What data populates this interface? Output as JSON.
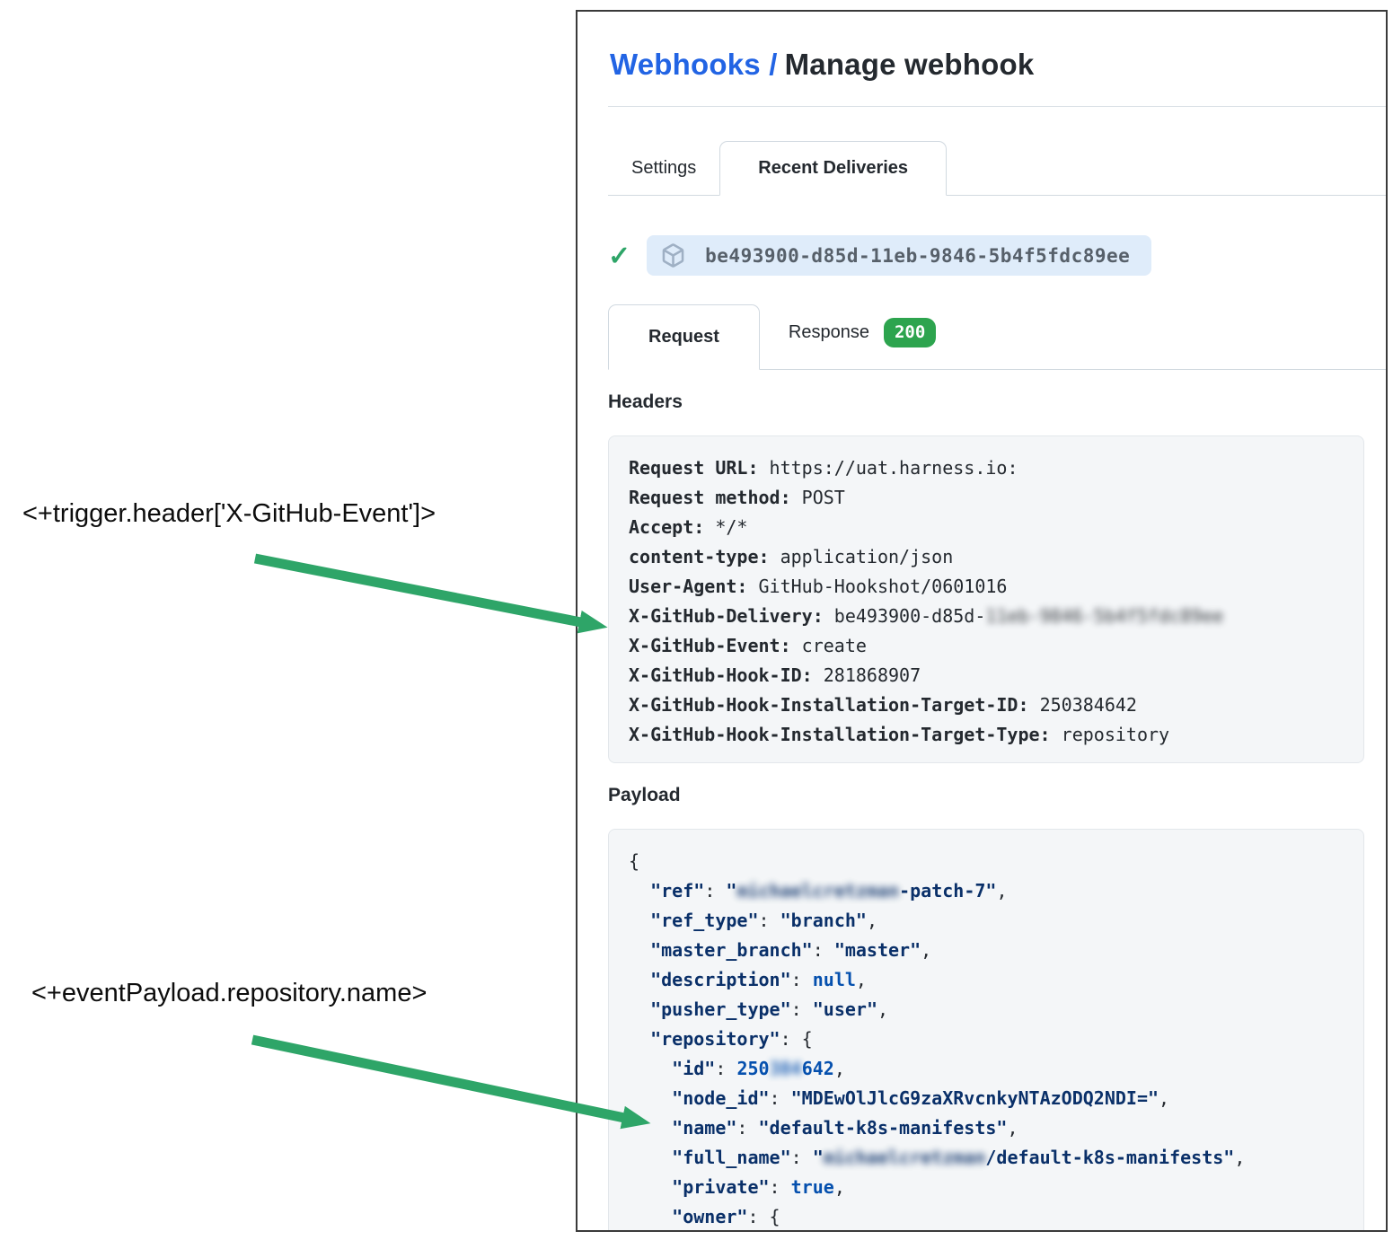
{
  "colors": {
    "link-blue": "#2264e4",
    "green": "#2ea568",
    "badge-green": "#2da44e",
    "pill-bg": "#dfecfa",
    "code-bg": "#f4f6f8",
    "navy": "#0a3069",
    "blue": "#0550ae"
  },
  "annotations": [
    {
      "text": "<+trigger.header['X-GitHub-Event']>"
    },
    {
      "text": "<+eventPayload.repository.name>"
    }
  ],
  "panel": {
    "breadcrumb": {
      "link": "Webhooks /",
      "current": "Manage webhook"
    },
    "tabs_top": [
      {
        "label": "Settings",
        "active": false
      },
      {
        "label": "Recent Deliveries",
        "active": true
      }
    ],
    "delivery": {
      "id": "be493900-d85d-11eb-9846-5b4f5fdc89ee"
    },
    "tabs_delivery": [
      {
        "label": "Request",
        "active": true
      },
      {
        "label": "Response",
        "badge": "200",
        "active": false
      }
    ],
    "headers_title": "Headers",
    "request_headers": [
      {
        "name": "Request URL:",
        "value": "https://uat.harness.io:"
      },
      {
        "name": "Request method:",
        "value": "POST"
      },
      {
        "name": "Accept:",
        "value": "*/*"
      },
      {
        "name": "content-type:",
        "value": "application/json"
      },
      {
        "name": "User-Agent:",
        "value": "GitHub-Hookshot/0601016"
      },
      {
        "name": "X-GitHub-Delivery:",
        "value": "be493900-d85d-",
        "blurred": "11eb-9846-5b4f5fdc89ee"
      },
      {
        "name": "X-GitHub-Event:",
        "value": "create"
      },
      {
        "name": "X-GitHub-Hook-ID:",
        "value": "281868907"
      },
      {
        "name": "X-GitHub-Hook-Installation-Target-ID:",
        "value": "250384642"
      },
      {
        "name": "X-GitHub-Hook-Installation-Target-Type:",
        "value": "repository"
      }
    ],
    "payload_title": "Payload",
    "payload_lines": [
      [
        {
          "t": "plain",
          "v": "{"
        }
      ],
      [
        {
          "t": "plain",
          "v": "  "
        },
        {
          "t": "key",
          "v": "\"ref\""
        },
        {
          "t": "plain",
          "v": ": "
        },
        {
          "t": "str",
          "v": "\""
        },
        {
          "t": "blurstr",
          "v": "michaelcretzman"
        },
        {
          "t": "str",
          "v": "-patch-7\""
        },
        {
          "t": "plain",
          "v": ","
        }
      ],
      [
        {
          "t": "plain",
          "v": "  "
        },
        {
          "t": "key",
          "v": "\"ref_type\""
        },
        {
          "t": "plain",
          "v": ": "
        },
        {
          "t": "str",
          "v": "\"branch\""
        },
        {
          "t": "plain",
          "v": ","
        }
      ],
      [
        {
          "t": "plain",
          "v": "  "
        },
        {
          "t": "key",
          "v": "\"master_branch\""
        },
        {
          "t": "plain",
          "v": ": "
        },
        {
          "t": "str",
          "v": "\"master\""
        },
        {
          "t": "plain",
          "v": ","
        }
      ],
      [
        {
          "t": "plain",
          "v": "  "
        },
        {
          "t": "key",
          "v": "\"description\""
        },
        {
          "t": "plain",
          "v": ": "
        },
        {
          "t": "const",
          "v": "null"
        },
        {
          "t": "plain",
          "v": ","
        }
      ],
      [
        {
          "t": "plain",
          "v": "  "
        },
        {
          "t": "key",
          "v": "\"pusher_type\""
        },
        {
          "t": "plain",
          "v": ": "
        },
        {
          "t": "str",
          "v": "\"user\""
        },
        {
          "t": "plain",
          "v": ","
        }
      ],
      [
        {
          "t": "plain",
          "v": "  "
        },
        {
          "t": "key",
          "v": "\"repository\""
        },
        {
          "t": "plain",
          "v": ": {"
        }
      ],
      [
        {
          "t": "plain",
          "v": "    "
        },
        {
          "t": "key",
          "v": "\"id\""
        },
        {
          "t": "plain",
          "v": ": "
        },
        {
          "t": "num",
          "v": "250"
        },
        {
          "t": "blurnum",
          "v": "384"
        },
        {
          "t": "num",
          "v": "642"
        },
        {
          "t": "plain",
          "v": ","
        }
      ],
      [
        {
          "t": "plain",
          "v": "    "
        },
        {
          "t": "key",
          "v": "\"node_id\""
        },
        {
          "t": "plain",
          "v": ": "
        },
        {
          "t": "str",
          "v": "\"MDEwOlJlcG9zaXRvcnkyNTAzODQ2NDI=\""
        },
        {
          "t": "plain",
          "v": ","
        }
      ],
      [
        {
          "t": "plain",
          "v": "    "
        },
        {
          "t": "key",
          "v": "\"name\""
        },
        {
          "t": "plain",
          "v": ": "
        },
        {
          "t": "str",
          "v": "\"default-k8s-manifests\""
        },
        {
          "t": "plain",
          "v": ","
        }
      ],
      [
        {
          "t": "plain",
          "v": "    "
        },
        {
          "t": "key",
          "v": "\"full_name\""
        },
        {
          "t": "plain",
          "v": ": "
        },
        {
          "t": "str",
          "v": "\""
        },
        {
          "t": "blurstr",
          "v": "michaelcretzman"
        },
        {
          "t": "str",
          "v": "/default-k8s-manifests\""
        },
        {
          "t": "plain",
          "v": ","
        }
      ],
      [
        {
          "t": "plain",
          "v": "    "
        },
        {
          "t": "key",
          "v": "\"private\""
        },
        {
          "t": "plain",
          "v": ": "
        },
        {
          "t": "const",
          "v": "true"
        },
        {
          "t": "plain",
          "v": ","
        }
      ],
      [
        {
          "t": "plain",
          "v": "    "
        },
        {
          "t": "key",
          "v": "\"owner\""
        },
        {
          "t": "plain",
          "v": ": {"
        }
      ]
    ]
  }
}
